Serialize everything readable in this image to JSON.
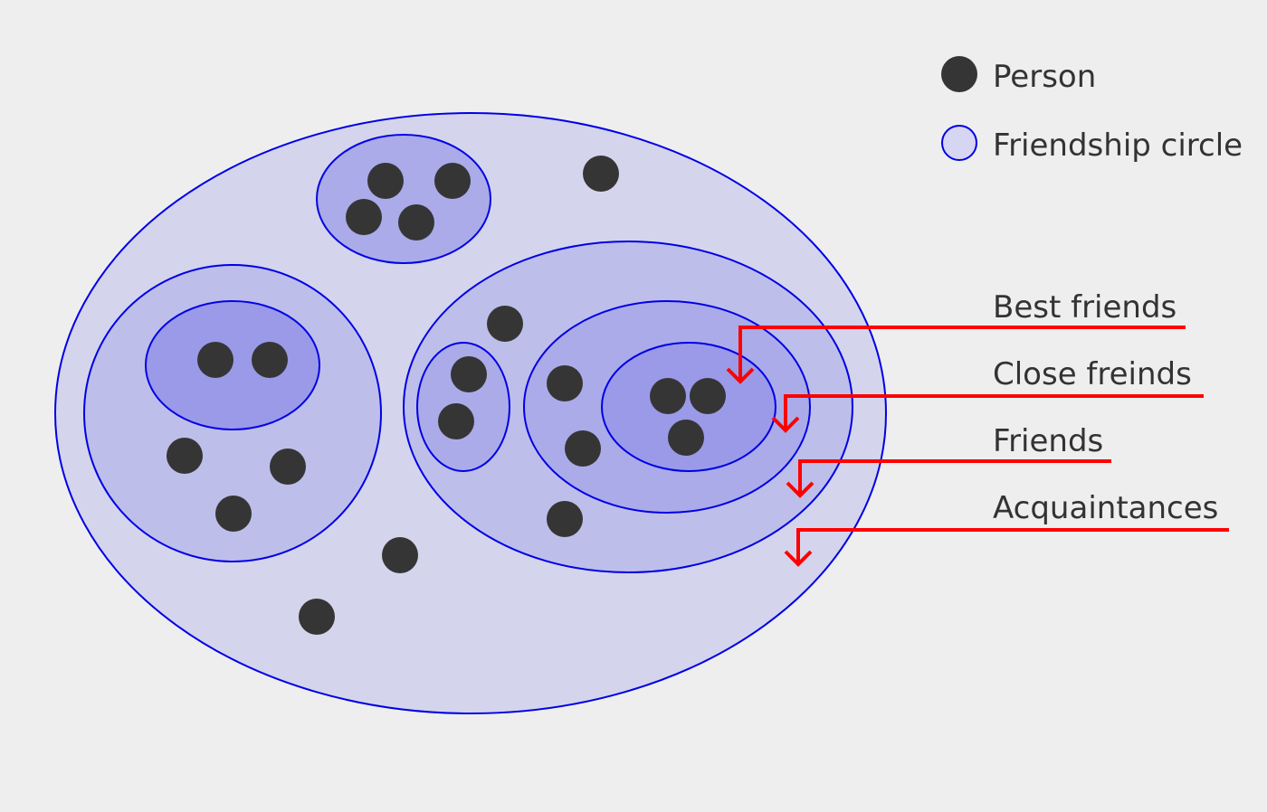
{
  "legend": {
    "items": [
      {
        "label": "Person",
        "icon": "person-dot"
      },
      {
        "label": "Friendship circle",
        "icon": "circle-outline"
      }
    ]
  },
  "levels": [
    {
      "label": "Best friends"
    },
    {
      "label": "Close freinds"
    },
    {
      "label": "Friends"
    },
    {
      "label": "Acquaintances"
    }
  ],
  "colors": {
    "background": "#eeeeee",
    "circle_stroke": "#0000e6",
    "person": "#353535",
    "leader": "#ff0000",
    "text": "#333333"
  }
}
